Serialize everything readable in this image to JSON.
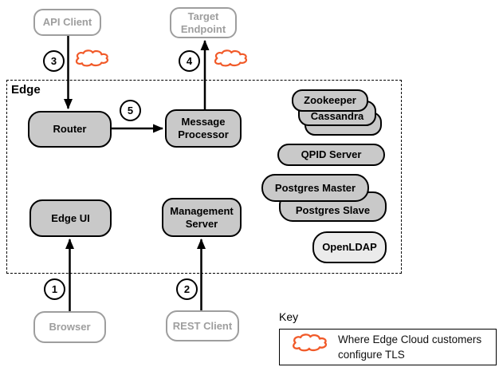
{
  "container_label": "Edge",
  "nodes": {
    "api_client": "API Client",
    "target_endpoint": [
      "Target",
      "Endpoint"
    ],
    "browser": "Browser",
    "rest_client": "REST Client",
    "router": "Router",
    "message_processor": [
      "Message",
      "Processor"
    ],
    "edge_ui": "Edge UI",
    "management_server": [
      "Management",
      "Server"
    ],
    "zookeeper": "Zookeeper",
    "cassandra": "Cassandra",
    "qpid_server": "QPID Server",
    "postgres_master": "Postgres Master",
    "postgres_slave": "Postgres Slave",
    "openldap": "OpenLDAP"
  },
  "steps": {
    "s1": "1",
    "s2": "2",
    "s3": "3",
    "s4": "4",
    "s5": "5"
  },
  "key": {
    "title": "Key",
    "line1": "Where Edge Cloud customers",
    "line2": "configure TLS"
  },
  "colors": {
    "node_fill": "#c9c9c9",
    "node_border": "#000000",
    "external_gray": "#9e9e9e",
    "openldap_fill": "#ebebeb",
    "cloud_orange": "#f15a29"
  }
}
